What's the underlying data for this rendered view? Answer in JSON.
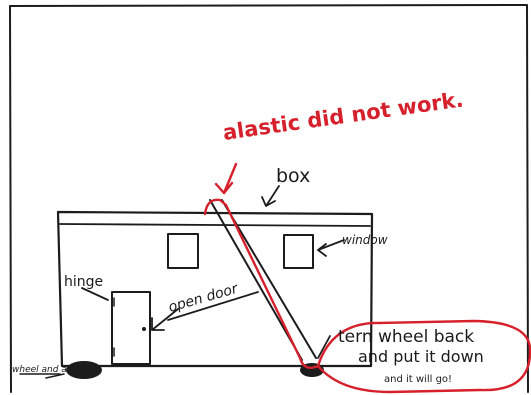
{
  "labels": {
    "elastic_note": "alastic did not work.",
    "box": "box",
    "window": "window",
    "hinge": "hinge",
    "open_door": "open door",
    "wheel_axle": "wheel and axle",
    "note_line1": "tern wheel back",
    "note_line2": "and put it down",
    "note_line3": "and it will go!"
  },
  "colors": {
    "pencil": "#1c1c1c",
    "red_marker": "#d6202b",
    "paper": "#ffffff"
  }
}
